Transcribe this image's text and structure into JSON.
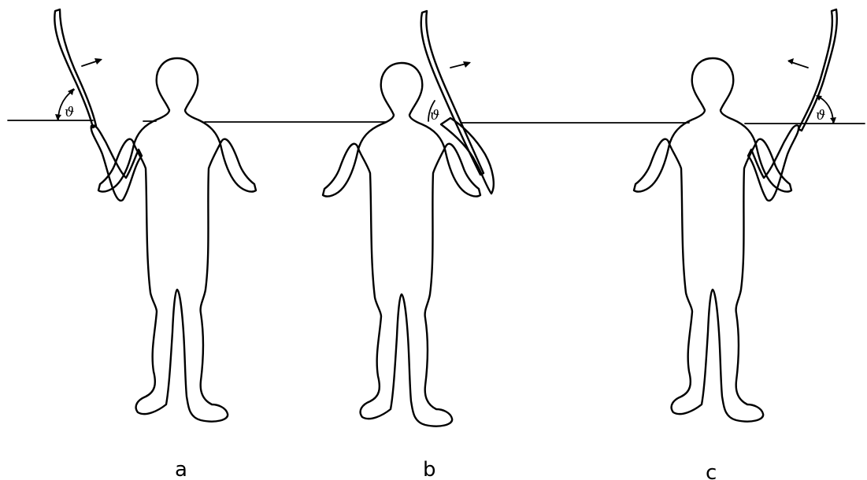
{
  "figure": {
    "panels": [
      {
        "id": "a",
        "label": "a",
        "angle_symbol": "ϑ",
        "arrow": "right"
      },
      {
        "id": "b",
        "label": "b",
        "angle_symbol": "ϑ",
        "arrow": "right"
      },
      {
        "id": "c",
        "label": "c",
        "angle_symbol": "ϑ",
        "arrow": "left"
      }
    ],
    "line_color": "#000000",
    "background": "#ffffff"
  }
}
